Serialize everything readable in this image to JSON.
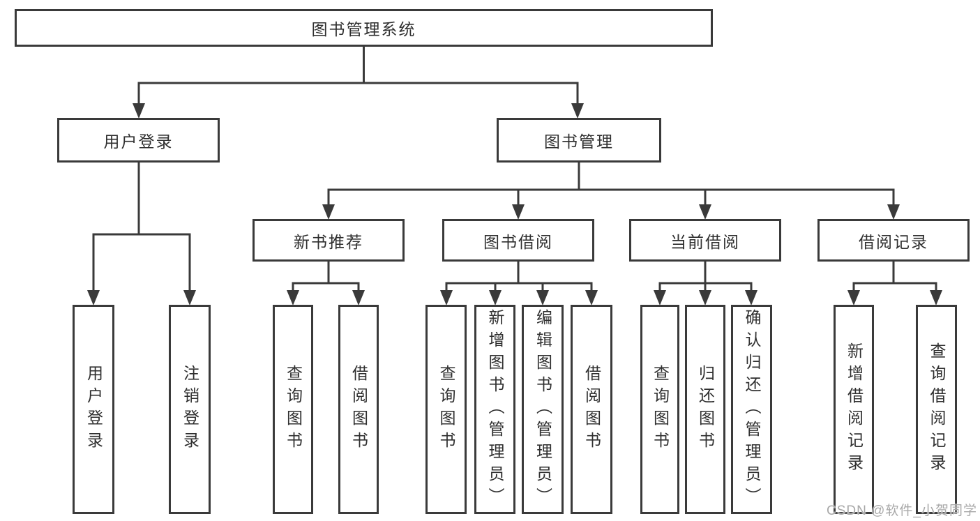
{
  "diagram": {
    "root": {
      "label": "图书管理系统"
    },
    "level2": [
      {
        "label": "用户登录",
        "children": [
          {
            "label": "用户登录"
          },
          {
            "label": "注销登录"
          }
        ]
      },
      {
        "label": "图书管理",
        "children": [
          {
            "label": "新书推荐",
            "children": [
              {
                "label": "查询图书"
              },
              {
                "label": "借阅图书"
              }
            ]
          },
          {
            "label": "图书借阅",
            "children": [
              {
                "label": "查询图书"
              },
              {
                "label": "新增图书（管理员）"
              },
              {
                "label": "编辑图书（管理员）"
              },
              {
                "label": "借阅图书"
              }
            ]
          },
          {
            "label": "当前借阅",
            "children": [
              {
                "label": "查询图书"
              },
              {
                "label": "归还图书"
              },
              {
                "label": "确认归还（管理员）"
              }
            ]
          },
          {
            "label": "借阅记录",
            "children": [
              {
                "label": "新增借阅记录"
              },
              {
                "label": "查询借阅记录"
              }
            ]
          }
        ]
      }
    ]
  },
  "watermark": {
    "text": "CSDN @软件_小贺同学"
  },
  "colors": {
    "line": "#3a3a3a",
    "text": "#2f2f2f",
    "watermark": "#a8a8a8",
    "background": "#ffffff"
  }
}
